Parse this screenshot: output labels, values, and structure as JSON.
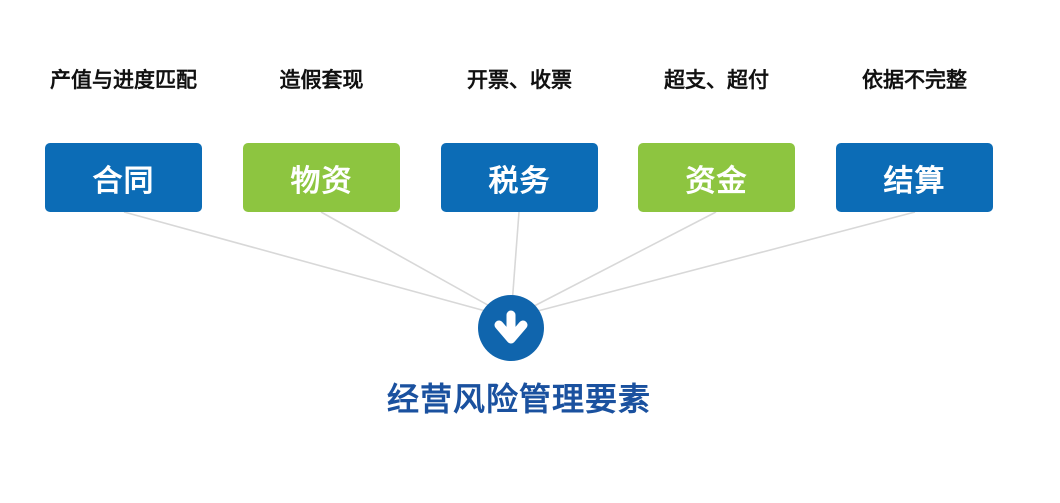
{
  "diagram": {
    "title": "经营风险管理要素",
    "items": [
      {
        "risk": "产值与进度匹配",
        "label": "合同",
        "color_key": "blue"
      },
      {
        "risk": "造假套现",
        "label": "物资",
        "color_key": "green"
      },
      {
        "risk": "开票、收票",
        "label": "税务",
        "color_key": "blue"
      },
      {
        "risk": "超支、超付",
        "label": "资金",
        "color_key": "green"
      },
      {
        "risk": "依据不完整",
        "label": "结算",
        "color_key": "blue"
      }
    ],
    "colors": {
      "box_blue": "#0c6cb6",
      "box_green": "#8dc540",
      "circle_blue": "#1065ad",
      "title_blue": "#1a519f",
      "connector_gray": "#d8d8d8",
      "risk_text": "#111111",
      "box_text": "#ffffff"
    },
    "icons": {
      "center": "down-arrow-icon"
    }
  }
}
